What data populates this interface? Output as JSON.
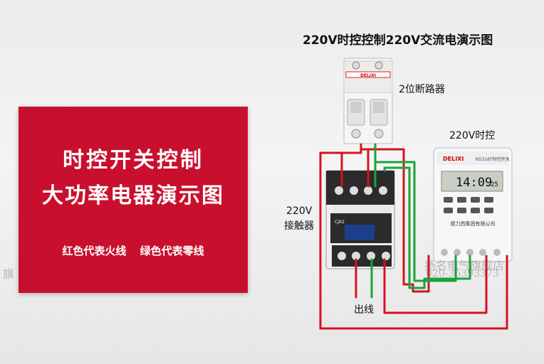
{
  "title": "220V时控控制220V交流电演示图",
  "panel": {
    "line1": "时控开关控制",
    "line2": "大功率电器演示图",
    "legend": "红色代表火线 绿色代表零线"
  },
  "labels": {
    "breaker": "2位断路器",
    "timer": "220V时控",
    "contactor_line1": "220V",
    "contactor_line2": "接触器",
    "output": "出线"
  },
  "breaker": {
    "brand": "DELIXI"
  },
  "timer": {
    "brand": "DELIXI",
    "model": "KG316T时控开关",
    "display_time": "14:09",
    "display_sec": "25",
    "maker": "德力西集团有限公司"
  },
  "contactor": {
    "brand": "CJX2"
  },
  "watermark": {
    "line1": "扬名电气旗舰店",
    "line2": "020-36393373",
    "left": "旗"
  },
  "colors": {
    "live": "#d4141e",
    "neutral": "#1aa33a",
    "panel": "#c8102e"
  }
}
